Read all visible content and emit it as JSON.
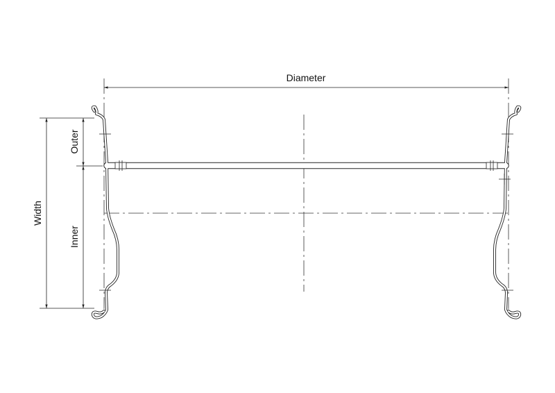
{
  "diagram": {
    "title": "Wheel rim cross-section dimensions",
    "labels": {
      "diameter": "Diameter",
      "width": "Width",
      "outer": "Outer",
      "inner": "Inner"
    },
    "colors": {
      "line": "#222222",
      "background": "#ffffff"
    }
  }
}
